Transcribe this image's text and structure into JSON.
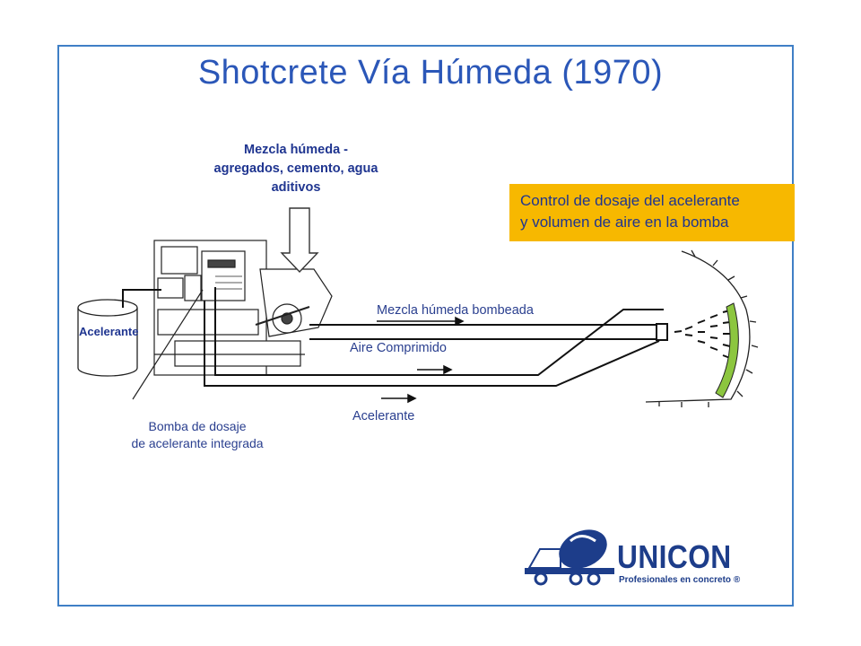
{
  "title": "Shotcrete Vía Húmeda (1970)",
  "mix_label": {
    "line1": "Mezcla húmeda -",
    "line2": "agregados, cemento, agua",
    "line3": "aditivos"
  },
  "callout": {
    "line1": "Control de dosaje del acelerante",
    "line2": "y volumen de aire en la bomba",
    "color": "#f7b800"
  },
  "tank_label": "Acelerante",
  "pipe_labels": {
    "mix": "Mezcla húmeda bombeada",
    "air": "Aire Comprimido",
    "accelerant": "Acelerante"
  },
  "dosing_pump": {
    "line1": "Bomba de dosaje",
    "line2": "de acelerante integrada"
  },
  "logo": {
    "name": "UNICON",
    "tagline": "Profesionales en concreto ®",
    "color": "#1d3d8a"
  },
  "colors": {
    "title": "#2b57b8",
    "frame": "#3f7fc6",
    "shotcrete_layer": "#8cc63f"
  }
}
